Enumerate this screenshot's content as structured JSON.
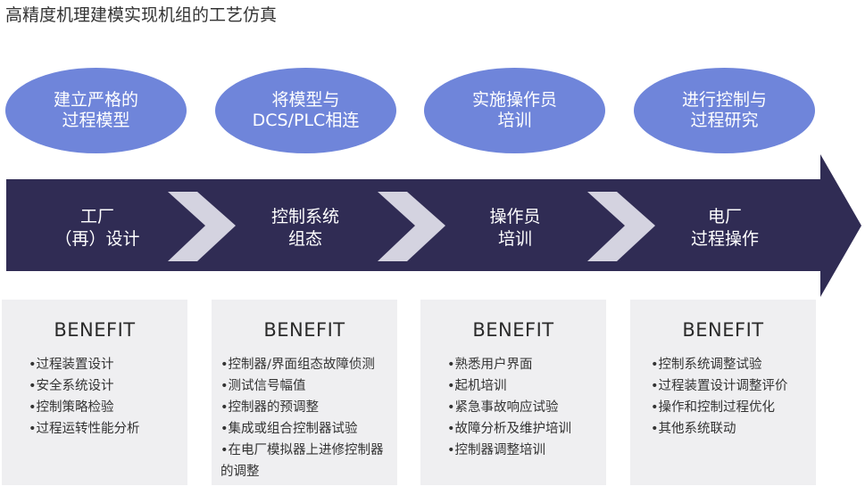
{
  "title": "高精度机理建模实现机组的工艺仿真",
  "colors": {
    "ellipse": "#6f85da",
    "arrow": "#302c54",
    "chevron": "#d4d3e0",
    "card": "#efeff1"
  },
  "steps": [
    {
      "ellipse": "建立严格的\n过程模型",
      "stage": "工厂\n（再）设计",
      "benefit_title": "BENEFIT",
      "benefits": [
        "•过程装置设计",
        "•安全系统设计",
        "•控制策略检验",
        "•过程运转性能分析"
      ]
    },
    {
      "ellipse": "将模型与\nDCS/PLC相连",
      "stage": "控制系统\n组态",
      "benefit_title": "BENEFIT",
      "benefits": [
        "•控制器/界面组态故障侦测",
        "•测试信号幅值",
        "•控制器的预调整",
        "•集成或组合控制器试验",
        "•在电厂模拟器上进修控制器的调整"
      ]
    },
    {
      "ellipse": "实施操作员\n培训",
      "stage": "操作员\n培训",
      "benefit_title": "BENEFIT",
      "benefits": [
        "•熟悉用户界面",
        "•起机培训",
        "•紧急事故响应试验",
        "•故障分析及维护培训",
        "•控制器调整培训"
      ]
    },
    {
      "ellipse": "进行控制与\n过程研究",
      "stage": "电厂\n过程操作",
      "benefit_title": "BENEFIT",
      "benefits": [
        "•控制系统调整试验",
        "•过程装置设计调整评价",
        "•操作和控制过程优化",
        "•其他系统联动"
      ]
    }
  ]
}
